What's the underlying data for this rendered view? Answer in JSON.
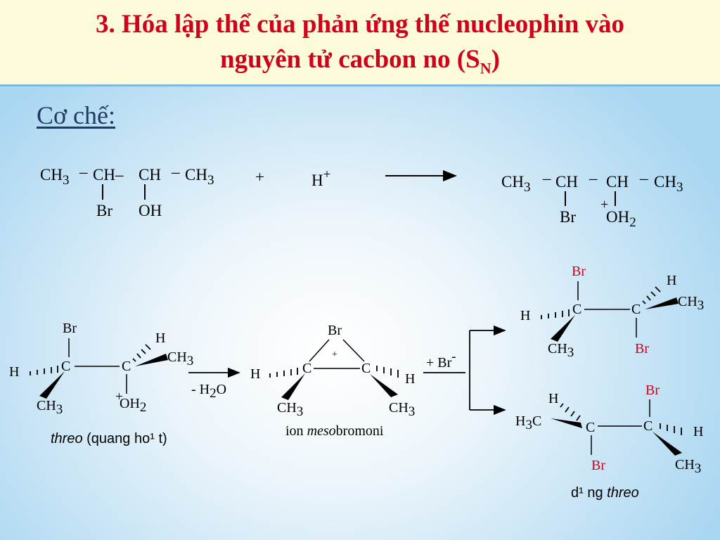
{
  "slide": {
    "title_line1": "3. Hóa lập thể của phản ứng thế nucleophin vào",
    "title_line2": "nguyên tử cacbon no (S",
    "title_sub": "N",
    "title_end": ")",
    "mechanism_label": "Cơ chế:"
  },
  "reaction1": {
    "ch3": "CH",
    "three": "3",
    "dash": "–",
    "ch": "CH",
    "ch_dash": "CH–",
    "br": "Br",
    "oh": "OH",
    "plus": "+",
    "h": "H",
    "h_plus": "+",
    "oh2": "OH",
    "two": "2",
    "ion_plus": "+"
  },
  "structures": {
    "c": "C",
    "h": "H",
    "br": "Br",
    "ch3": "CH",
    "h3": "H",
    "three": "3",
    "plus": "+",
    "oh2": "OH",
    "two": "2",
    "h3c_c": "C"
  },
  "arrows": {
    "minus_h2o_a": "- H",
    "minus_h2o_b": "2",
    "minus_h2o_c": "O",
    "plus_br": "+ Br",
    "minus_sup": "-"
  },
  "labels": {
    "threo_italic": "threo",
    "threo_rest": " (quang ho¹ t)",
    "ion_prefix": "ion ",
    "ion_meso": "meso",
    "ion_suffix": "bromoni",
    "product_prefix": "d¹ ng ",
    "product_italic": "threo"
  },
  "colors": {
    "title": "#d0021b",
    "product_br": "#d0021b",
    "mechanism": "#1e3a5f"
  }
}
